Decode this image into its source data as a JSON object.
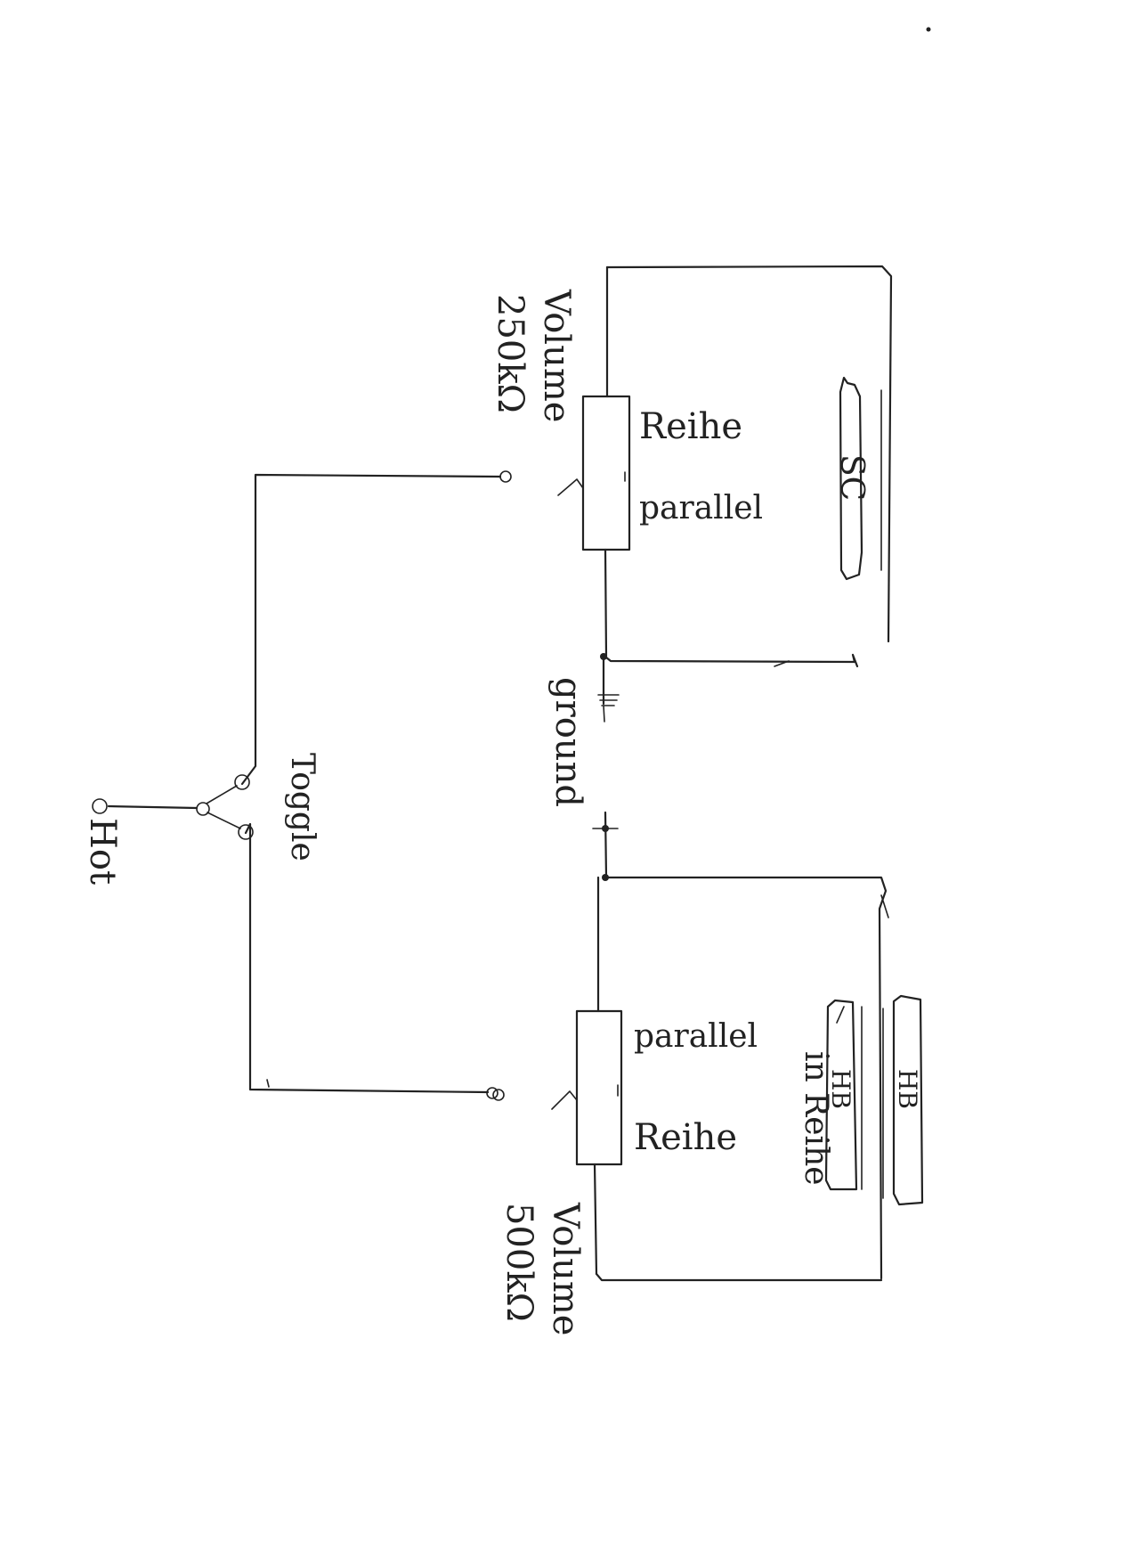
{
  "colors": {
    "ink": "#222222",
    "paper": "#ffffff"
  },
  "labels": {
    "volume_top": "Volume",
    "value_top": "250kΩ",
    "reihe_top": "Reihe",
    "parallel_top": "parallel",
    "sc": "SC",
    "ground": "ground",
    "toggle": "Toggle",
    "hot": "Hot",
    "parallel_bottom": "parallel",
    "reihe_bottom": "Reihe",
    "volume_bottom": "Volume",
    "value_bottom": "500kΩ",
    "hb_left": "HB",
    "hb_right": "HB",
    "in_reihe": "in Reihe"
  }
}
